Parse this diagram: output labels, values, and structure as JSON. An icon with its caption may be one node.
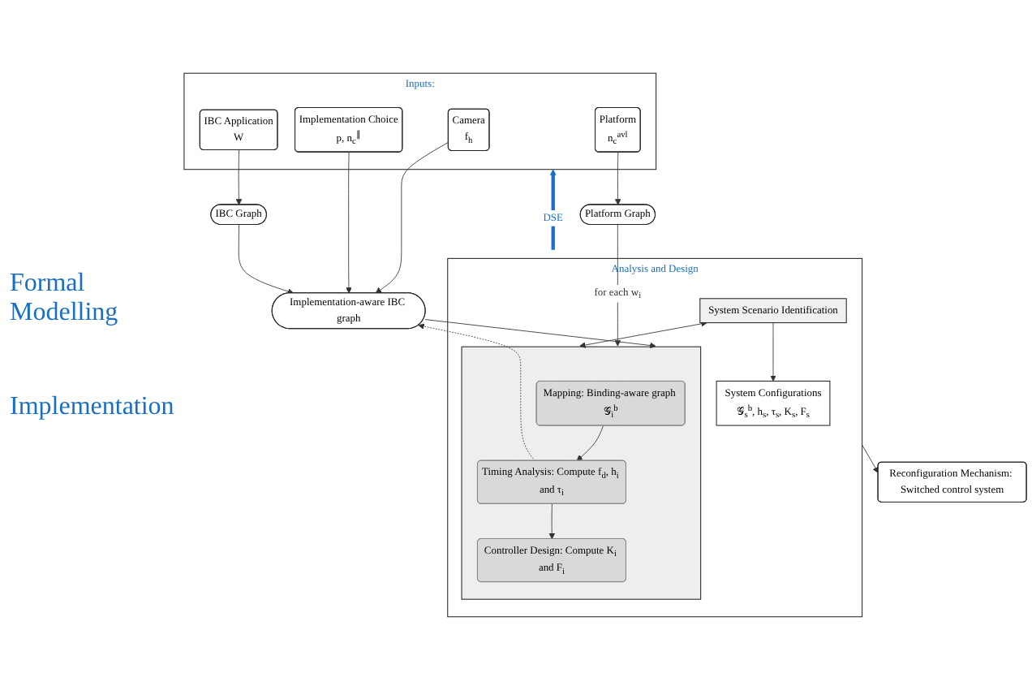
{
  "diagram": {
    "nodes": [
      {
        "text": [
          "Inputs:"
        ]
      },
      {
        "text": [
          "Camera",
          "f$_{h}$"
        ],
        "in": 0
      },
      {
        "text": [
          "Implementation Choice",
          "p, n$_{c}$$^{∥}$"
        ],
        "in": 0
      },
      {
        "text": [
          "IBC Application",
          "W"
        ],
        "in": 0
      },
      {
        "text": [
          "Platform",
          "n$_{c}$$^{avl}$"
        ],
        "in": 0
      },
      {
        "text": [
          "Implementation-aware IBC graph"
        ]
      },
      {
        "text": [
          "IBC Graph"
        ]
      },
      {
        "text": [
          "Platform Graph"
        ]
      },
      {
        "text": [
          "Analysis and Design"
        ]
      },
      {
        "text": [
          "System Scenario Identification"
        ],
        "in": 8
      },
      {
        "text": [
          "System Configurations",
          "𝒢$_{s}$$^{b}$, h$_{s}$, τ$_{s}$, K$_{s}$, F$_{s}$"
        ],
        "in": 8
      },
      {
        "text": [],
        "shape": "box",
        "in": 8
      },
      {
        "text": [
          "Mapping: Binding-aware graph 𝒢$_{i}$$^{b}$"
        ],
        "in": 11
      },
      {
        "text": [
          "Timing Analysis: Compute f$_{d}$, h$_{i}$ and τ$_{i}$"
        ],
        "in": 11
      },
      {
        "text": [
          "Controller Design: Compute K$_{i}$ and F$_{i}$"
        ],
        "in": 11
      },
      {
        "text": [
          "Reconfiguration Mechanism: Switched control system"
        ]
      }
    ],
    "edges": [
      {
        "from": 1,
        "to": 5,
        "arrow": "to"
      },
      {
        "from": 2,
        "to": 5,
        "arrow": "to"
      },
      {
        "from": 3,
        "to": 6,
        "arrow": "to"
      },
      {
        "from": 6,
        "to": 5,
        "arrow": "to"
      },
      {
        "from": 4,
        "to": 7,
        "arrow": "to"
      },
      {
        "from": 5,
        "to": 11,
        "arrow": "to"
      },
      {
        "from": 7,
        "to": 11,
        "arrow": "to",
        "label": "for each w$_{i}$"
      },
      {
        "from": 12,
        "to": 13,
        "arrow": "to"
      },
      {
        "from": 13,
        "to": 14,
        "arrow": "to"
      },
      {
        "from": 9,
        "to": 11,
        "arrow": "both"
      },
      {
        "from": 9,
        "to": 10,
        "arrow": "to"
      },
      {
        "from": 13,
        "to": 5,
        "arrow": "to",
        "style": "dashed"
      },
      {
        "from": 8,
        "to": 15,
        "arrow": "to"
      },
      {
        "from": 8,
        "to": 0,
        "arrow": "to",
        "label": "DSE",
        "style": "thick",
        "color": "#1a6fc4"
      }
    ],
    "labels": [
      "Formal Modelling",
      "Implementation"
    ]
  }
}
